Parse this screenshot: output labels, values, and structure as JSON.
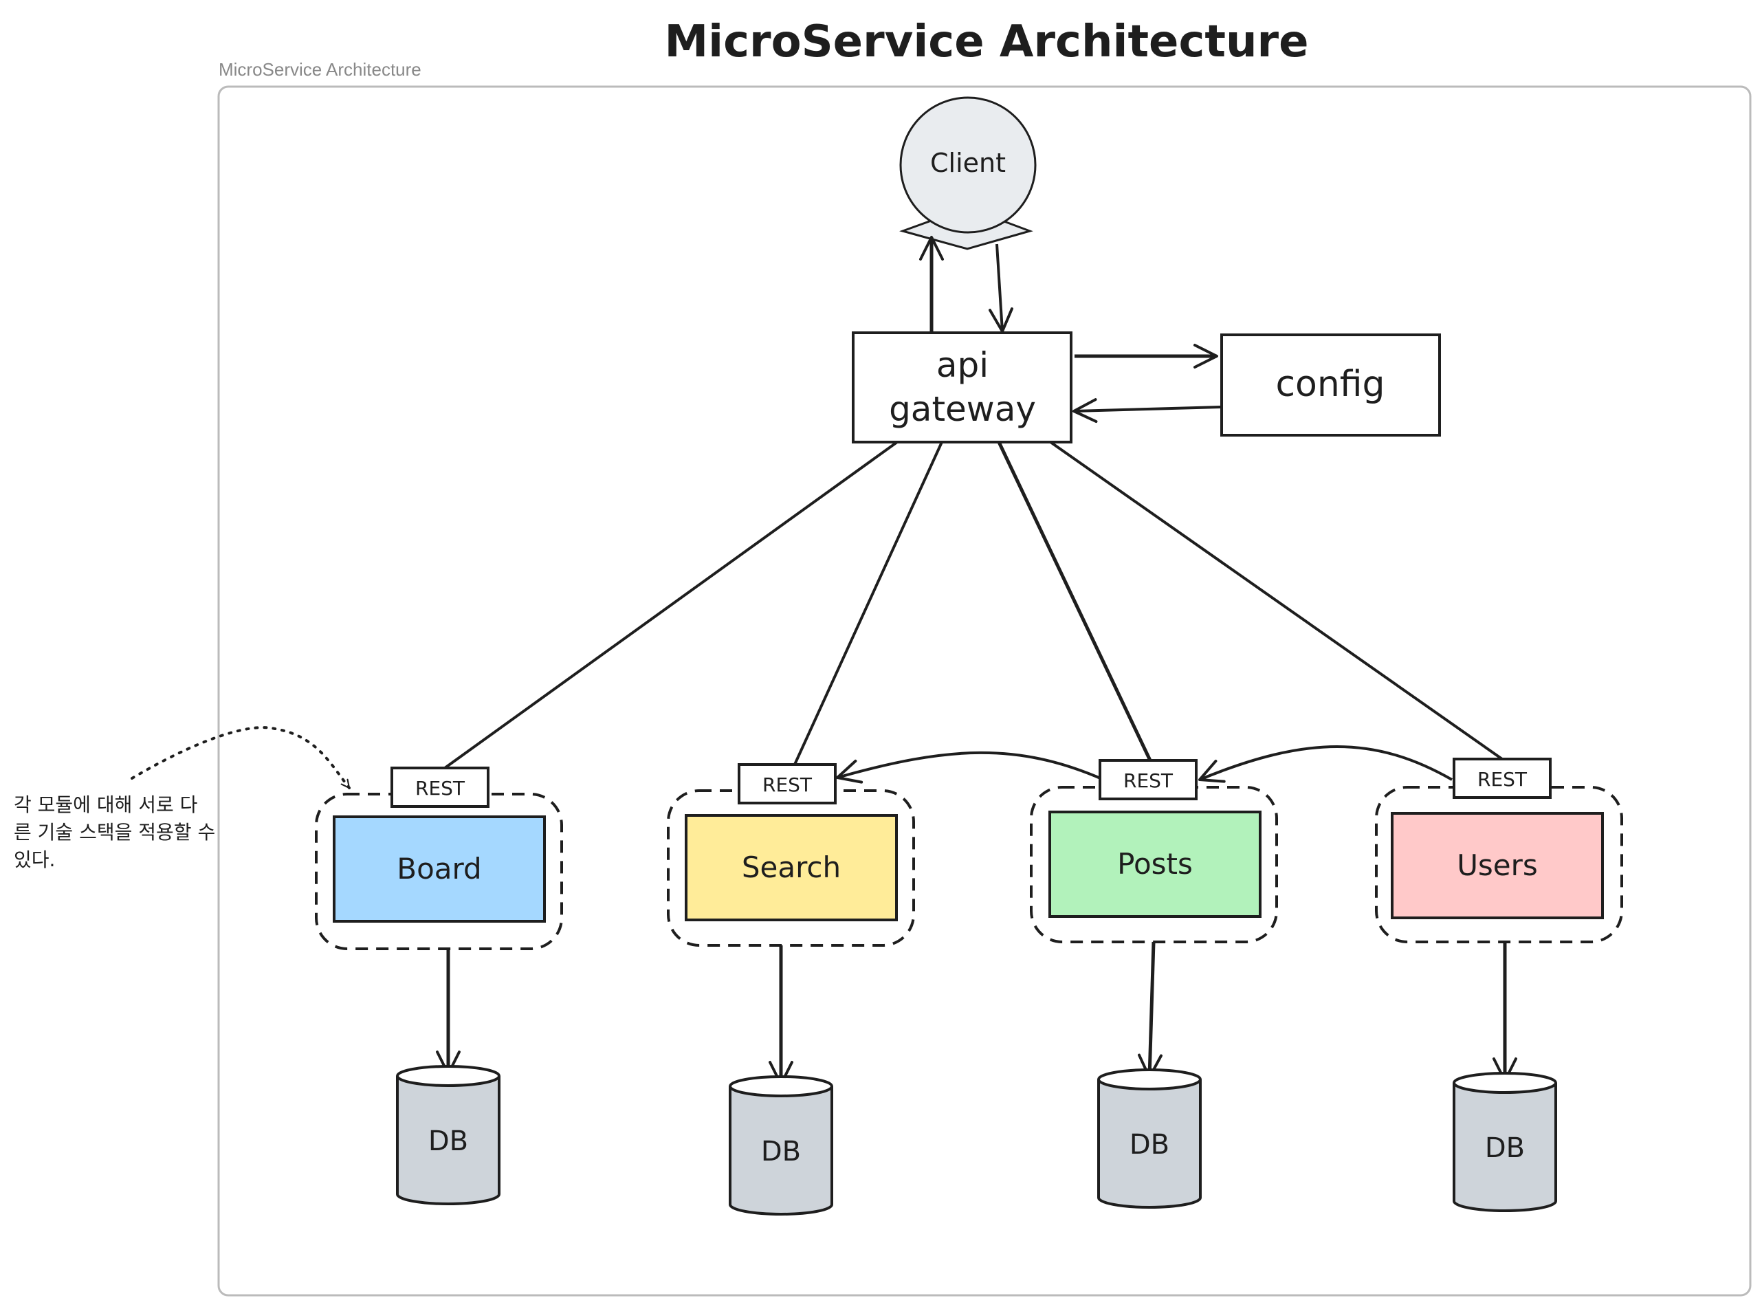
{
  "title": "MicroService Architecture",
  "frame": {
    "label": "MicroService Architecture"
  },
  "client": {
    "label": "Client"
  },
  "gateway": {
    "line1": "api",
    "line2": "gateway"
  },
  "config": {
    "label": "config"
  },
  "annotation": {
    "line1": "각 모듈에 대해 서로 다",
    "line2": "른 기술 스택을 적용할 수",
    "line3": "있다."
  },
  "rest_label": "REST",
  "services": [
    {
      "name": "Board",
      "color": "#a5d8ff"
    },
    {
      "name": "Search",
      "color": "#ffec99"
    },
    {
      "name": "Posts",
      "color": "#b2f2bb"
    },
    {
      "name": "Users",
      "color": "#ffc9c9"
    }
  ],
  "db_label": "DB",
  "colors": {
    "stroke": "#1e1e1e",
    "client_fill": "#e9ecef",
    "db_fill": "#ced4da",
    "frame_stroke": "#bbbbbb",
    "frame_label": "#888888"
  }
}
